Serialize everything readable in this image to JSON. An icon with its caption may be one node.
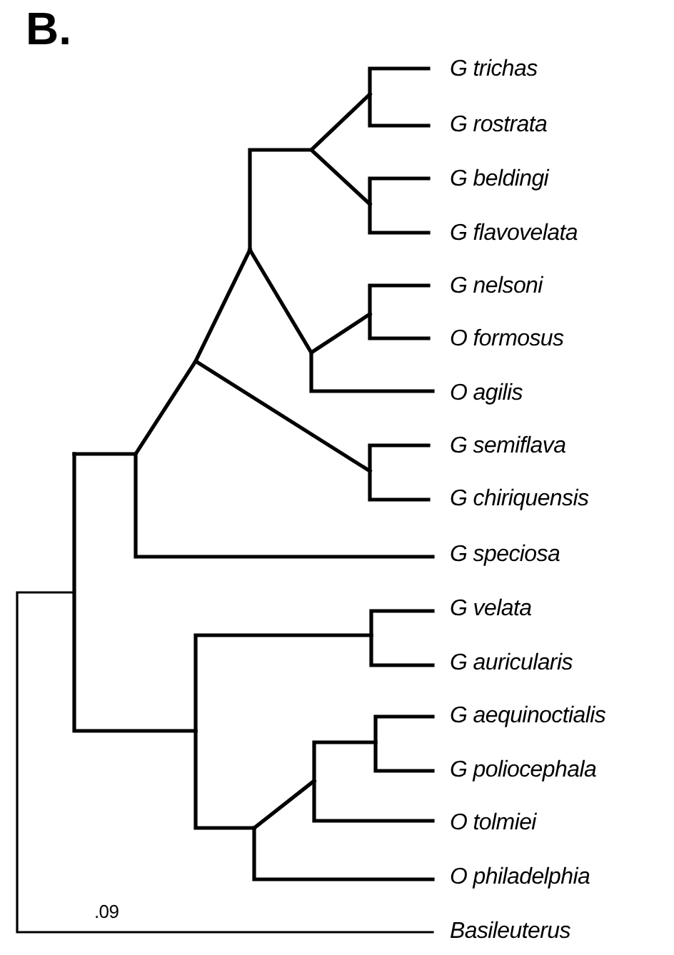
{
  "diagram": {
    "title": "B.",
    "labels": [
      "G trichas",
      "G rostrata",
      "G beldingi",
      "G flavovelata",
      "G nelsoni",
      "O formosus",
      "O agilis",
      "G semiflava",
      "G chiriquensis",
      "G speciosa",
      "G velata",
      "G auricularis",
      "G aequinoctialis",
      "G poliocephala",
      "O tolmiei",
      "O philadelphia",
      ".09",
      "Basileuterus"
    ]
  }
}
